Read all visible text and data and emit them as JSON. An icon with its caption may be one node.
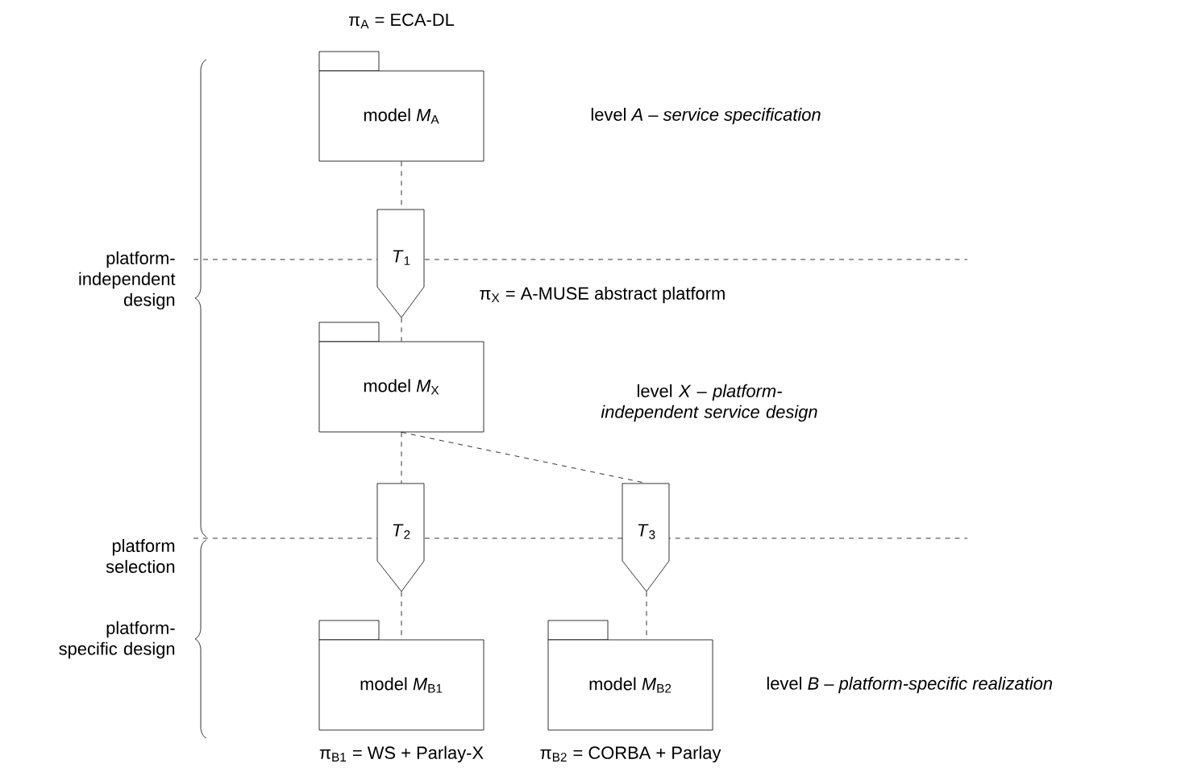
{
  "diagram": {
    "nodes": [
      {
        "text": [
          "model *M*$_{A}$"
        ],
        "beside": [
          "π$_{A}$ = ECA-DL"
        ]
      },
      {
        "text": [
          "*T*$_{1}$"
        ]
      },
      {
        "text": [
          "model *M*$_{X}$"
        ],
        "beside": [
          "π$_{X}$ = A-MUSE abstract platform"
        ]
      },
      {
        "text": [
          "*T*$_{2}$"
        ]
      },
      {
        "text": [
          "*T*$_{3}$"
        ]
      },
      {
        "text": [
          "model *M*$_{B1}$"
        ],
        "beside": [
          "π$_{B1}$ = WS + Parlay-X"
        ]
      },
      {
        "text": [
          "model *M*$_{B2}$"
        ],
        "beside": [
          "π$_{B2}$ = CORBA + Parlay"
        ]
      }
    ],
    "edges": [
      {
        "from": 0,
        "to": 1,
        "arrow": "none",
        "style": "dashed"
      },
      {
        "from": 1,
        "to": 2,
        "arrow": "none",
        "style": "dashed"
      },
      {
        "from": 2,
        "to": 3,
        "arrow": "none",
        "style": "dashed"
      },
      {
        "from": 2,
        "to": 4,
        "arrow": "none",
        "style": "dashed"
      },
      {
        "from": 3,
        "to": 5,
        "arrow": "none",
        "style": "dashed"
      },
      {
        "from": 4,
        "to": 6,
        "arrow": "none",
        "style": "dashed"
      }
    ],
    "labels": [
      "level *A* – *service specification*",
      "platform-independent design",
      "level *X* – *platform-independent service design*",
      "platform selection",
      "platform-specific design",
      "level *B* – *platform-specific realization*"
    ]
  }
}
